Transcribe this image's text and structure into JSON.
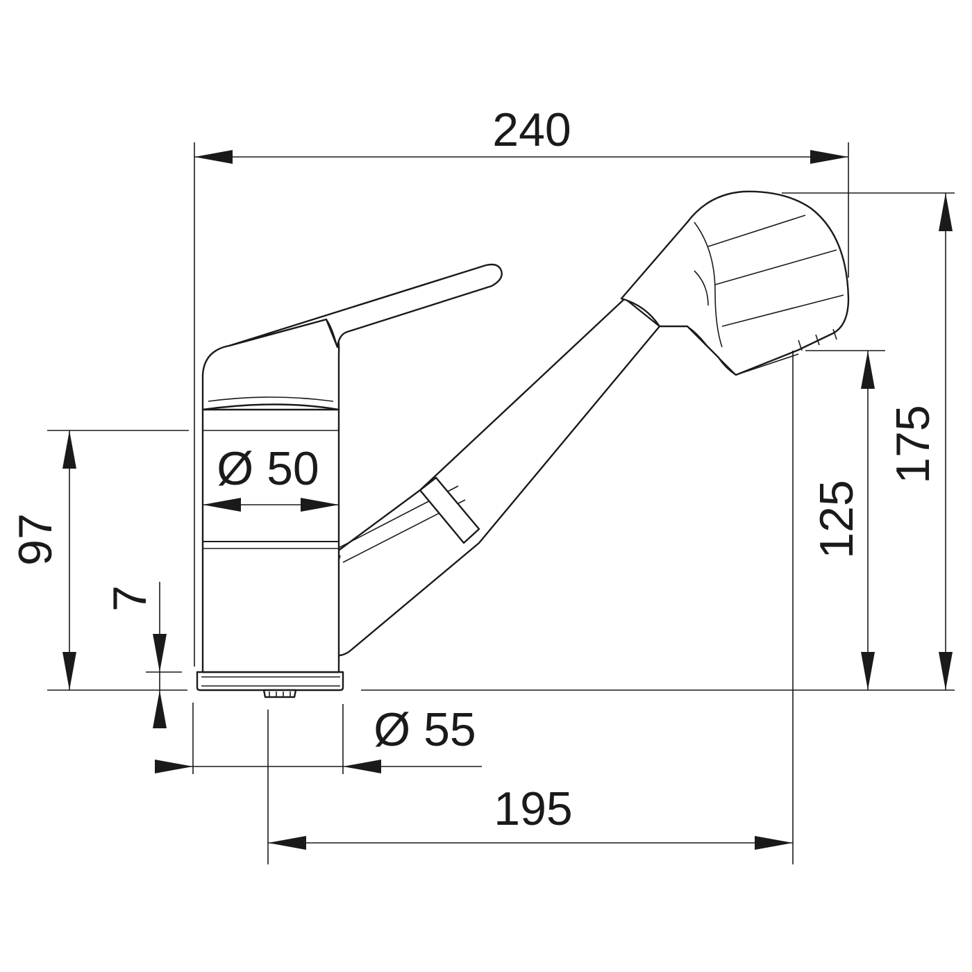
{
  "dimensions": {
    "overall_width": "240",
    "base_to_spout_reach": "195",
    "lever_body_diameter": "Ø 50",
    "base_diameter": "Ø 55",
    "body_height": "97",
    "base_plate_thickness": "7",
    "spout_outlet_height": "125",
    "overall_height": "175"
  },
  "colors": {
    "line": "#1a1a1a",
    "background": "#ffffff"
  }
}
